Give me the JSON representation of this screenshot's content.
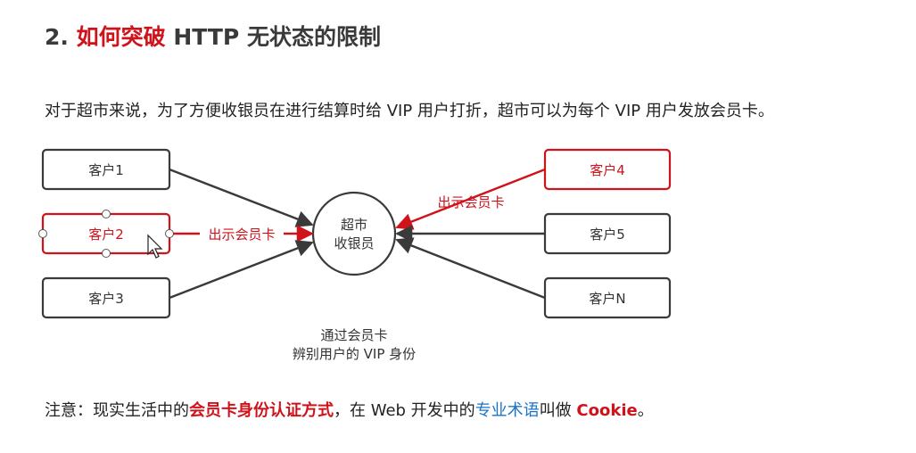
{
  "title": {
    "prefix": "2. ",
    "highlight": "如何突破",
    "rest": " HTTP 无状态的限制"
  },
  "intro": "对于超市来说，为了方便收银员在进行结算时给 VIP 用户打折，超市可以为每个 VIP 用户发放会员卡。",
  "diagram": {
    "customers": [
      "客户1",
      "客户2",
      "客户3",
      "客户4",
      "客户5",
      "客户N"
    ],
    "center_line1": "超市",
    "center_line2": "收银员",
    "show_card_left": "出示会员卡",
    "show_card_right": "出示会员卡",
    "caption_line1": "通过会员卡",
    "caption_line2": "辨别用户的 VIP 身份",
    "colors": {
      "highlight": "#d0121b",
      "normal": "#3a3a3a"
    }
  },
  "note": {
    "part1": "注意：现实生活中的",
    "part2": "会员卡身份认证方式",
    "part3": "，在 Web 开发中的",
    "part4": "专业术语",
    "part5": "叫做 ",
    "part6": "Cookie",
    "part7": "。"
  }
}
